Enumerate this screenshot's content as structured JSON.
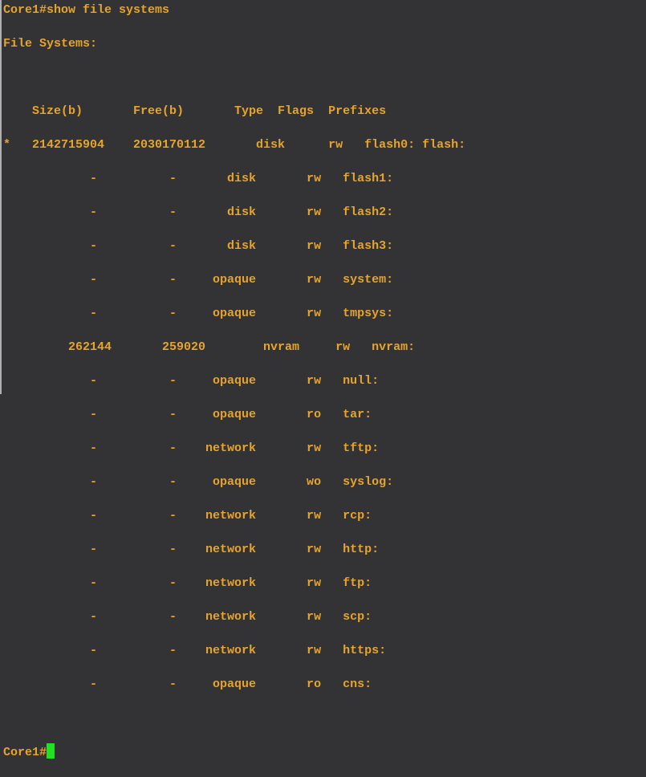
{
  "terminal": {
    "colors": {
      "background": "#333336",
      "text": "#e6a42c",
      "cursor": "#24e024",
      "border_left": "#b0b0b0"
    },
    "prompt": "Core1#",
    "command": "show file systems",
    "lines": [
      "Core1#show file systems",
      "File Systems:",
      "",
      "    Size(b)       Free(b)       Type  Flags  Prefixes",
      "*   2142715904    2030170112       disk      rw   flash0: flash:",
      "            -          -       disk       rw   flash1:",
      "            -          -       disk       rw   flash2:",
      "            -          -       disk       rw   flash3:",
      "            -          -     opaque       rw   system:",
      "            -          -     opaque       rw   tmpsys:",
      "         262144       259020        nvram     rw   nvram:",
      "            -          -     opaque       rw   null:",
      "            -          -     opaque       ro   tar:",
      "            -          -    network       rw   tftp:",
      "            -          -     opaque       wo   syslog:",
      "            -          -    network       rw   rcp:",
      "            -          -    network       rw   http:",
      "            -          -    network       rw   ftp:",
      "            -          -    network       rw   scp:",
      "            -          -    network       rw   https:",
      "            -          -     opaque       ro   cns:",
      ""
    ],
    "file_systems_table": {
      "headers": [
        "Size(b)",
        "Free(b)",
        "Type",
        "Flags",
        "Prefixes"
      ],
      "default_marker": "*",
      "rows": [
        {
          "default": "*",
          "size": "2142715904",
          "free": "2030170112",
          "type": "disk",
          "flags": "rw",
          "prefixes": "flash0: flash:"
        },
        {
          "default": "",
          "size": "-",
          "free": "-",
          "type": "disk",
          "flags": "rw",
          "prefixes": "flash1:"
        },
        {
          "default": "",
          "size": "-",
          "free": "-",
          "type": "disk",
          "flags": "rw",
          "prefixes": "flash2:"
        },
        {
          "default": "",
          "size": "-",
          "free": "-",
          "type": "disk",
          "flags": "rw",
          "prefixes": "flash3:"
        },
        {
          "default": "",
          "size": "-",
          "free": "-",
          "type": "opaque",
          "flags": "rw",
          "prefixes": "system:"
        },
        {
          "default": "",
          "size": "-",
          "free": "-",
          "type": "opaque",
          "flags": "rw",
          "prefixes": "tmpsys:"
        },
        {
          "default": "",
          "size": "262144",
          "free": "259020",
          "type": "nvram",
          "flags": "rw",
          "prefixes": "nvram:"
        },
        {
          "default": "",
          "size": "-",
          "free": "-",
          "type": "opaque",
          "flags": "rw",
          "prefixes": "null:"
        },
        {
          "default": "",
          "size": "-",
          "free": "-",
          "type": "opaque",
          "flags": "ro",
          "prefixes": "tar:"
        },
        {
          "default": "",
          "size": "-",
          "free": "-",
          "type": "network",
          "flags": "rw",
          "prefixes": "tftp:"
        },
        {
          "default": "",
          "size": "-",
          "free": "-",
          "type": "opaque",
          "flags": "wo",
          "prefixes": "syslog:"
        },
        {
          "default": "",
          "size": "-",
          "free": "-",
          "type": "network",
          "flags": "rw",
          "prefixes": "rcp:"
        },
        {
          "default": "",
          "size": "-",
          "free": "-",
          "type": "network",
          "flags": "rw",
          "prefixes": "http:"
        },
        {
          "default": "",
          "size": "-",
          "free": "-",
          "type": "network",
          "flags": "rw",
          "prefixes": "ftp:"
        },
        {
          "default": "",
          "size": "-",
          "free": "-",
          "type": "network",
          "flags": "rw",
          "prefixes": "scp:"
        },
        {
          "default": "",
          "size": "-",
          "free": "-",
          "type": "network",
          "flags": "rw",
          "prefixes": "https:"
        },
        {
          "default": "",
          "size": "-",
          "free": "-",
          "type": "opaque",
          "flags": "ro",
          "prefixes": "cns:"
        }
      ]
    }
  }
}
